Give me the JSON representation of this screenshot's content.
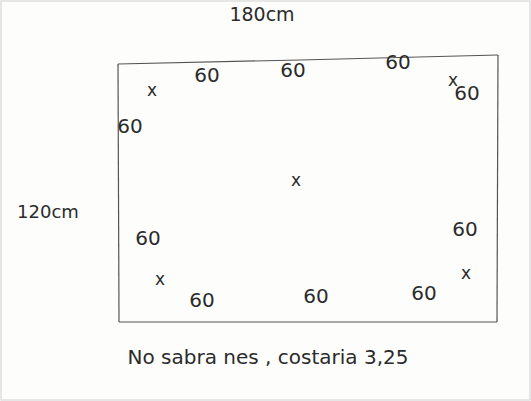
{
  "diagram": {
    "labels": [
      "180cm",
      "120cm",
      "60",
      "60",
      "60",
      "60",
      "60",
      "60",
      "60",
      "60",
      "60",
      "60",
      "x",
      "x",
      "x",
      "x",
      "x",
      "No sabra nes , costaria 3,25"
    ]
  }
}
